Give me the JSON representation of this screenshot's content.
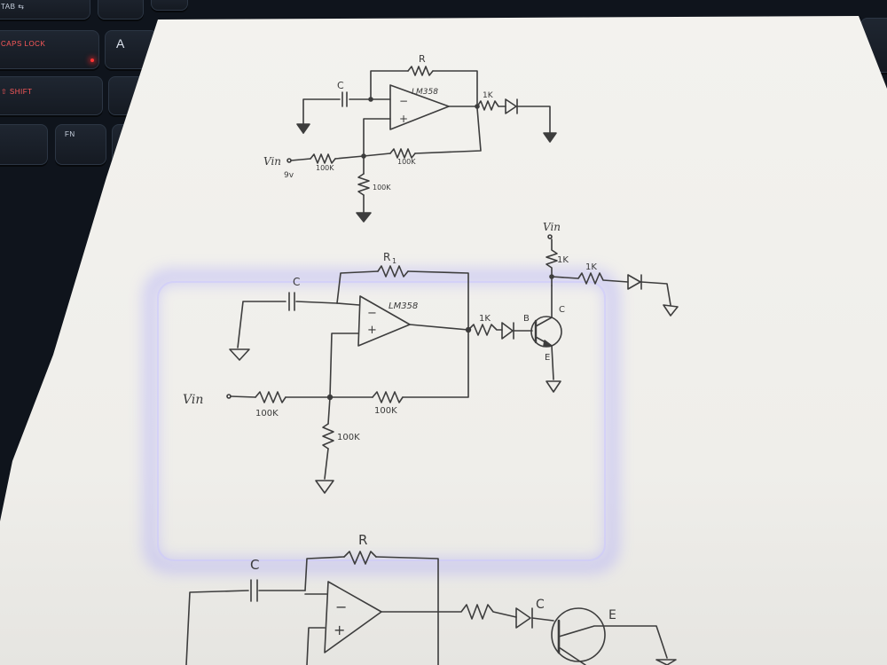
{
  "keyboard": {
    "keys": [
      {
        "id": "tab",
        "label": "TAB ⇆"
      },
      {
        "id": "caps",
        "label": "CAPS LOCK"
      },
      {
        "id": "a",
        "label": "A"
      },
      {
        "id": "shift",
        "label": "⇧ SHIFT"
      },
      {
        "id": "fn",
        "label": "FN"
      }
    ],
    "accent_color": "#ff4a4a"
  },
  "circuits": {
    "top": {
      "C": "C",
      "R": "R",
      "opamp": "LM358",
      "minus": "−",
      "plus": "+",
      "r_out": "1K",
      "vin": "Vin",
      "supply": "9v",
      "r_in": "100K",
      "r_fb": "100K",
      "r_gnd": "100K"
    },
    "middle": {
      "C": "C",
      "R": "R",
      "R_sub": "1",
      "opamp": "LM358",
      "minus": "−",
      "plus": "+",
      "r_out": "1K",
      "vin": "Vin",
      "r_in": "100K",
      "r_fb": "100K",
      "r_gnd": "100K",
      "B": "B",
      "C_pin": "C",
      "E": "E",
      "vin_top": "Vin",
      "r_collector": "1K",
      "r_led": "1K"
    },
    "bottom": {
      "C": "C",
      "R": "R",
      "minus": "−",
      "plus": "+",
      "C_pin": "C",
      "E": "E"
    }
  },
  "colors": {
    "paper": "#f2f1ed",
    "ink": "#3d3d3d",
    "glow": "#8f8aff"
  }
}
